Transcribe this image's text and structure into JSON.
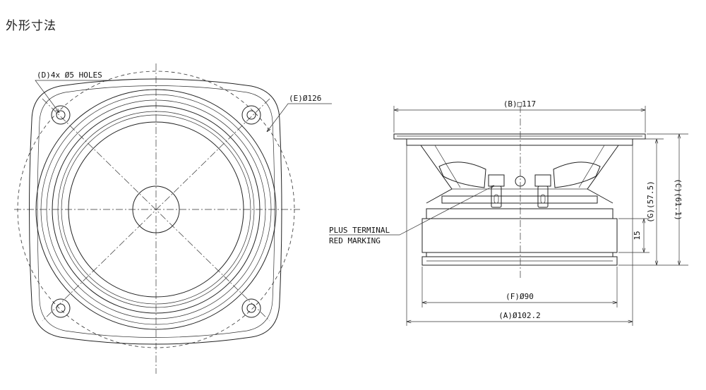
{
  "title": "外形寸法",
  "front_view": {
    "holes_label": "(D)4x Ø5 HOLES",
    "bolt_circle_label": "(E)Ø126"
  },
  "side_view": {
    "width_label": "(B)□117",
    "height_total_label": "(C)(61.1)",
    "height_g_label": "(G)(57.5)",
    "magnet_height_label": "15",
    "magnet_dia_label": "(F)Ø90",
    "frame_dia_label": "(A)Ø102.2",
    "terminal_note": [
      "PLUS TERMINAL",
      "RED MARKING"
    ]
  }
}
